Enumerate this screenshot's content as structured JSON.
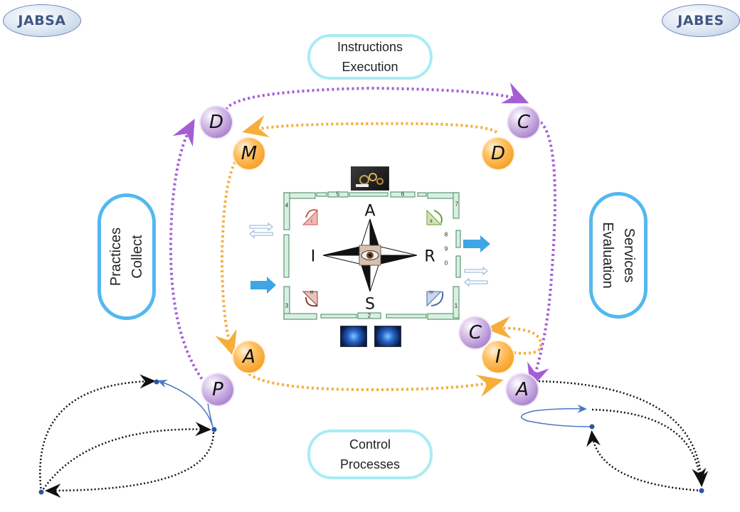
{
  "badges": {
    "left": "JABSA",
    "right": "JABES"
  },
  "pills": {
    "top": [
      "Instructions",
      "Execution"
    ],
    "bottom": [
      "Control",
      "Processes"
    ],
    "left": [
      "Practices",
      "Collect"
    ],
    "right": [
      "Services",
      "Evaluation"
    ]
  },
  "outer_nodes": {
    "top_left": "D",
    "top_right": "C",
    "bottom_left": "P",
    "bottom_right": "A"
  },
  "inner_nodes": {
    "top_left": "M",
    "top_right": "D",
    "bottom_left": "A",
    "bottom_right": "I",
    "loop_target": "C"
  },
  "compass": {
    "north": "A",
    "south": "S",
    "west": "I",
    "east": "R"
  },
  "frame_numbers": [
    "1",
    "2",
    "3",
    "4",
    "5",
    "6",
    "7"
  ],
  "side_digits": [
    "8",
    "9",
    "0"
  ],
  "quadrant_numerals": [
    "I",
    "II",
    "III",
    "IV"
  ],
  "colors": {
    "purple_path": "#a45ed4",
    "orange_path": "#f5ae3a",
    "blue_arrow": "#3fa6e6",
    "frame": "#6aaa84",
    "pill_cyan": "#a8ecf4",
    "pill_blue": "#54b8ef"
  }
}
